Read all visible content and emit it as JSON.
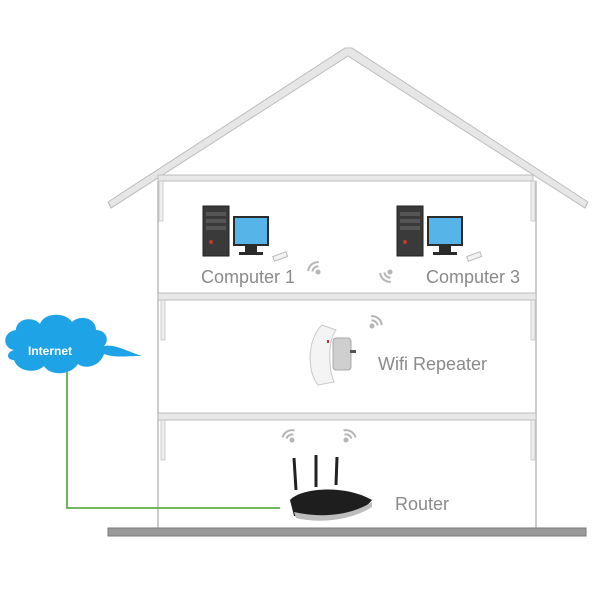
{
  "diagram": {
    "title": "Home Wifi Repeater Network",
    "nodes": [
      {
        "id": "internet",
        "label": "Internet",
        "icon": "cloud-icon",
        "color": "#1ea3e6"
      },
      {
        "id": "router",
        "label": "Router",
        "icon": "router-icon",
        "floor": 1
      },
      {
        "id": "repeater",
        "label": "Wifi Repeater",
        "icon": "wifi-repeater-icon",
        "floor": 2
      },
      {
        "id": "computer1",
        "label": "Computer 1",
        "icon": "desktop-computer-icon",
        "floor": 3
      },
      {
        "id": "computer3",
        "label": "Computer 3",
        "icon": "desktop-computer-icon",
        "floor": 3
      }
    ],
    "edges": [
      {
        "from": "internet",
        "to": "router",
        "type": "wired",
        "color": "#5fae4b"
      },
      {
        "from": "router",
        "to": "repeater",
        "type": "wireless"
      },
      {
        "from": "repeater",
        "to": "computer1",
        "type": "wireless"
      },
      {
        "from": "repeater",
        "to": "computer3",
        "type": "wireless"
      }
    ],
    "colors": {
      "wall": "#cfcfcf",
      "ground": "#9a9a9a",
      "text": "#8a8a8a"
    }
  }
}
